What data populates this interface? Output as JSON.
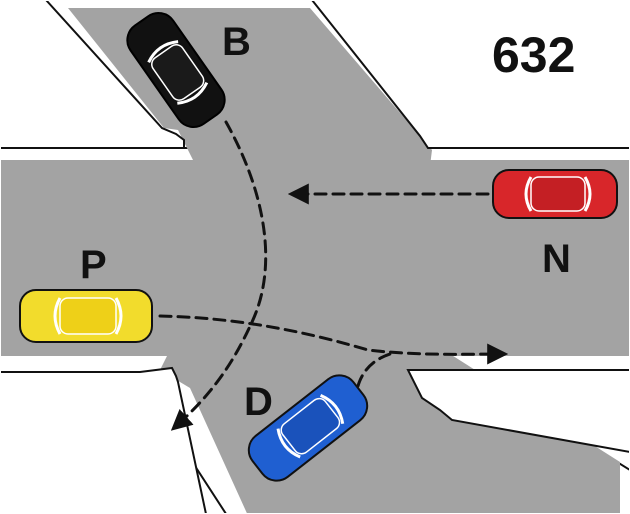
{
  "diagram": {
    "number": "632",
    "vehicles": [
      {
        "label": "B",
        "color": "#111111",
        "color_name": "black"
      },
      {
        "label": "N",
        "color": "#d8262a",
        "color_name": "red"
      },
      {
        "label": "P",
        "color": "#f2dc2c",
        "color_name": "yellow"
      },
      {
        "label": "D",
        "color": "#1f5fd1",
        "color_name": "blue"
      }
    ],
    "colors": {
      "road": "#a3a3a3",
      "curb": "#ffffff",
      "background": "#ffffff",
      "path": "#111111"
    }
  }
}
